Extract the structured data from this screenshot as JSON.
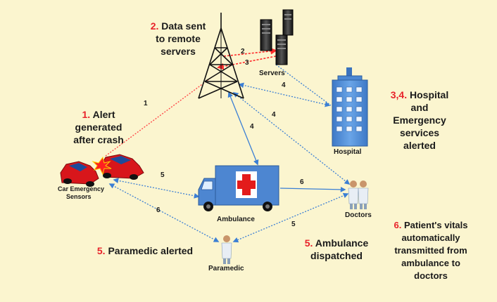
{
  "colors": {
    "background": "#fbf5cf",
    "step_number": "#e8222a",
    "text": "#1a1a1a",
    "alert_link": "#ff4a4a",
    "data_link": "#3b7fd4",
    "car_body": "#d8161b",
    "car_window": "#1e4a9a",
    "ambulance_body": "#4d86d1",
    "hospital_body": "#4b88d3"
  },
  "labels": {
    "step1_num": "1.",
    "step1_line1": "Alert",
    "step1_line2": "generated",
    "step1_line3": "after crash",
    "step2_num": "2.",
    "step2_line1": "Data sent",
    "step2_line2": "to remote",
    "step2_line3": "servers",
    "step34_num": "3,4.",
    "step34_line1": "Hospital",
    "step34_line2": "and",
    "step34_line3": "Emergency",
    "step34_line4": "services",
    "step34_line5": "alerted",
    "step5a_num": "5.",
    "step5a_text": "Paramedic alerted",
    "step5b_num": "5.",
    "step5b_line1": "Ambulance",
    "step5b_line2": "dispatched",
    "step6_num": "6.",
    "step6_line1": "Patient's vitals",
    "step6_line2": "automatically",
    "step6_line3": "transmitted from",
    "step6_line4": "ambulance to",
    "step6_line5": "doctors"
  },
  "nodes": {
    "car_label_1": "Car Emergency",
    "car_label_2": "Sensors",
    "servers_label": "Servers",
    "hospital_label": "Hospital",
    "ambulance_label": "Ambulance",
    "doctors_label": "Doctors",
    "paramedic_label": "Paramedic"
  },
  "link_numbers": {
    "car_tower": "1",
    "tower_server_a": "2",
    "tower_server_b": "3",
    "server_hospital": "4",
    "tower_hospital": "4",
    "tower_ambulance": "4",
    "tower_doctors": "4",
    "car_ambulance": "5",
    "doctors_paramedic": "5",
    "car_paramedic": "6",
    "ambulance_doctors": "6"
  }
}
